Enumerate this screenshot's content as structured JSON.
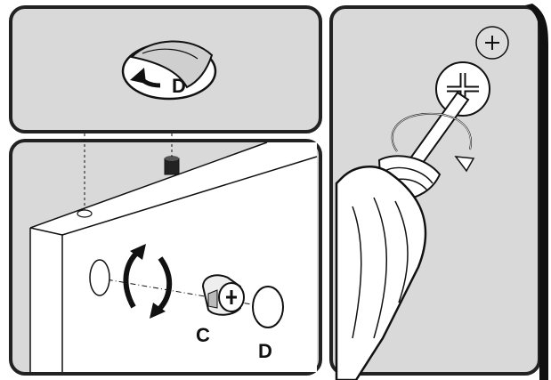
{
  "labels": {
    "sticker": "D",
    "cam": "C",
    "cap": "D"
  },
  "colors": {
    "panel_bg": "#d9d9d9",
    "panel_border": "#222222",
    "line": "#111111",
    "white": "#ffffff"
  },
  "icons": {
    "rotate_arrows": "rotate-arrows-icon",
    "screwdriver": "screwdriver-icon",
    "cam_lock": "cam-lock-icon",
    "cover_cap": "cover-cap-icon",
    "peel_arrow": "peel-arrow-icon"
  }
}
